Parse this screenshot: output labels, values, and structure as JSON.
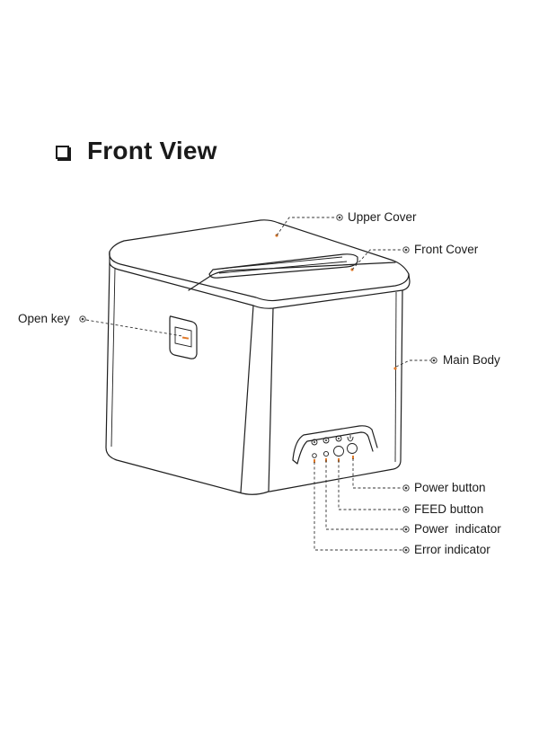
{
  "heading": {
    "title": "Front View",
    "icon": "checkbox-square-icon"
  },
  "labels": {
    "upper_cover": "Upper Cover",
    "front_cover": "Front Cover",
    "open_key": "Open key",
    "main_body": "Main Body",
    "power_button": "Power button",
    "feed_button": "FEED button",
    "power_indicator": "Power  indicator",
    "error_indicator": "Error indicator"
  },
  "colors": {
    "line": "#1f1f1f",
    "marker": "#e07a2a",
    "background": "#ffffff"
  }
}
